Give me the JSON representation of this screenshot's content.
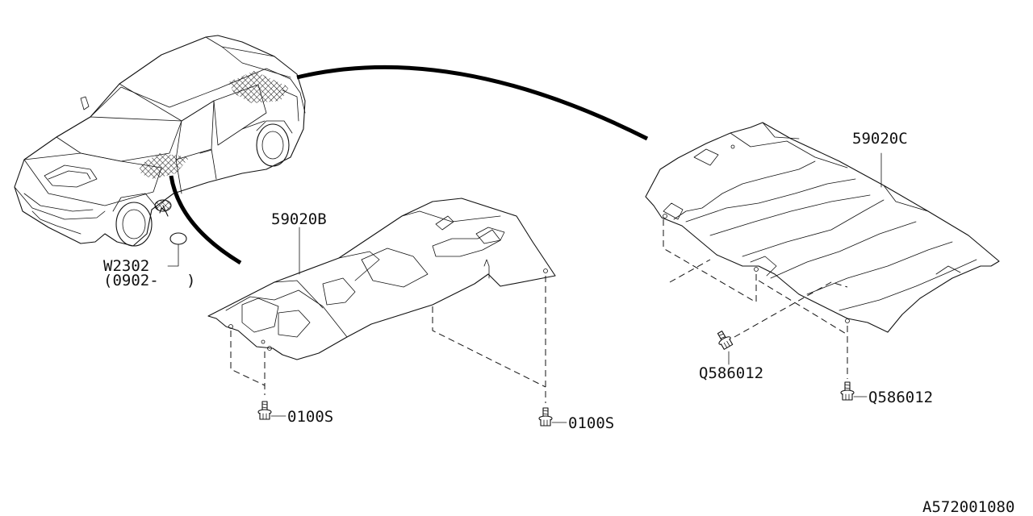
{
  "diagram": {
    "labels": {
      "part_59020b": "59020B",
      "part_59020c": "59020C",
      "part_w2302": "W2302",
      "part_w2302_range": "(0902-   )",
      "bolt_left_a": "0100S",
      "bolt_left_b": "0100S",
      "bolt_right_a": "Q586012",
      "bolt_right_b": "Q586012",
      "drawing_number": "A572001080"
    },
    "colors": {
      "line": "#111111",
      "background": "#ffffff"
    },
    "icons": {
      "vehicle": "car-outline-icon",
      "bolt": "flange-bolt-icon",
      "hatch": "crosshatch-area-icon"
    }
  }
}
